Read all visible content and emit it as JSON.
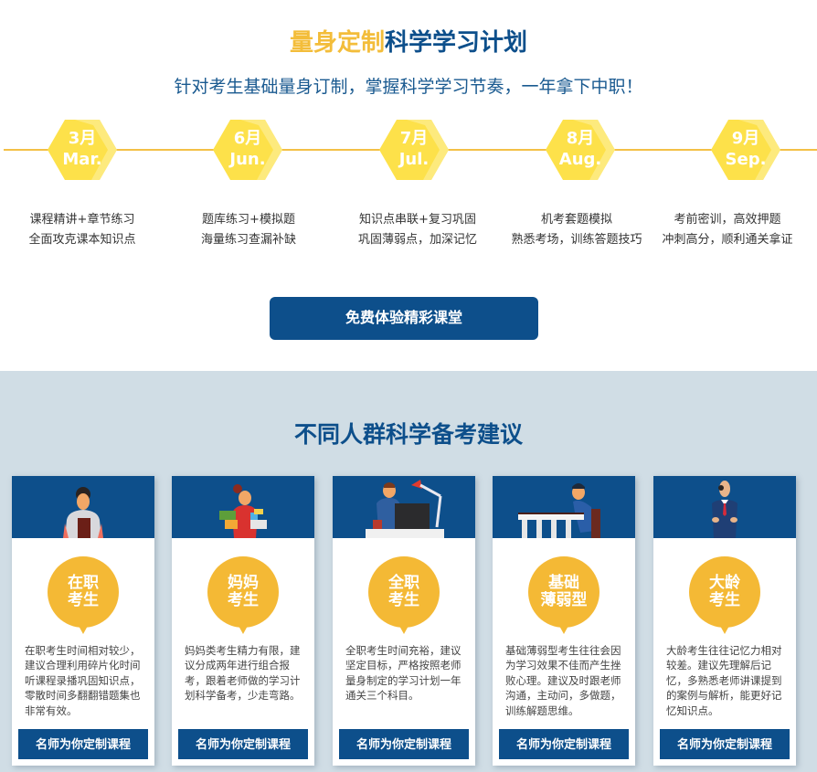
{
  "header": {
    "title_highlight": "量身定制",
    "title_rest": "科学学习计划",
    "subtitle": "针对考生基础量身订制，掌握科学学习节奏，一年拿下中职！"
  },
  "timeline": [
    {
      "month_cn": "3月",
      "month_en": "Mar.",
      "line1": "课程精讲+章节练习",
      "line2": "全面攻克课本知识点"
    },
    {
      "month_cn": "6月",
      "month_en": "Jun.",
      "line1": "题库练习+模拟题",
      "line2": "海量练习查漏补缺"
    },
    {
      "month_cn": "7月",
      "month_en": "Jul.",
      "line1": "知识点串联+复习巩固",
      "line2": "巩固薄弱点，加深记忆"
    },
    {
      "month_cn": "8月",
      "month_en": "Aug.",
      "line1": "机考套题模拟",
      "line2": "熟悉考场，训练答题技巧"
    },
    {
      "month_cn": "9月",
      "month_en": "Sep.",
      "line1": "考前密训，高效押题",
      "line2": "冲刺高分，顺利通关拿证"
    }
  ],
  "cta": {
    "label": "免费体验精彩课堂"
  },
  "section2": {
    "title": "不同人群科学备考建议",
    "cards": [
      {
        "badge": "在职\n考生",
        "illustration": "working-woman-illustration",
        "desc": "在职考生时间相对较少，建议合理利用碎片化时间听课程录播巩固知识点，零散时间多翻翻错题集也非常有效。",
        "button": "名师为你定制课程"
      },
      {
        "badge": "妈妈\n考生",
        "illustration": "mother-illustration",
        "desc": "妈妈类考生精力有限，建议分成两年进行组合报考，跟着老师做的学习计划科学备考，少走弯路。",
        "button": "名师为你定制课程"
      },
      {
        "badge": "全职\n考生",
        "illustration": "desk-worker-illustration",
        "desc": "全职考生时间充裕，建议坚定目标，严格按照老师量身制定的学习计划一年通关三个科目。",
        "button": "名师为你定制课程"
      },
      {
        "badge": "基础\n薄弱型",
        "illustration": "frustrated-student-illustration",
        "desc": "基础薄弱型考生往往会因为学习效果不佳而产生挫败心理。建议及时跟老师沟通，主动问，多做题，训练解题思维。",
        "button": "名师为你定制课程"
      },
      {
        "badge": "大龄\n考生",
        "illustration": "older-man-illustration",
        "desc": "大龄考生往往记忆力相对较差。建议先理解后记忆，多熟悉老师讲课提到的案例与解析，能更好记忆知识点。",
        "button": "名师为你定制课程"
      }
    ]
  },
  "colors": {
    "brand_blue": "#0d4f8b",
    "accent_yellow": "#f4b935",
    "bg_gray_blue": "#d0dde5"
  }
}
